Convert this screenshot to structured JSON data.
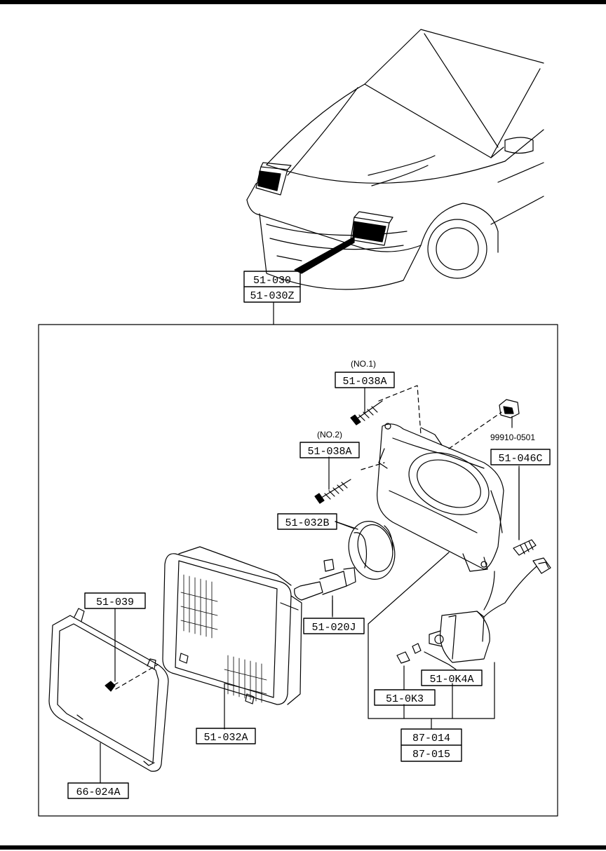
{
  "header_rule": "",
  "labels": {
    "assembly_a": "51-030",
    "assembly_b": "51-030Z",
    "no1": "(NO.1)",
    "screw_no1": "51-038A",
    "no2": "(NO.2)",
    "screw_no2": "51-038A",
    "bulb_socket": "99910-0501",
    "bulb_side": "51-046C",
    "bracket_ring": "51-032B",
    "lamp_bulb": "51-020J",
    "bezel_screw": "51-039",
    "motor_cap": "51-0K4A",
    "motor_nut": "51-0K3",
    "sealed_beam": "51-032A",
    "bezel": "66-024A",
    "motor_a": "87-014",
    "motor_b": "87-015"
  },
  "colors": {
    "ink": "#000000",
    "paper": "#ffffff"
  }
}
